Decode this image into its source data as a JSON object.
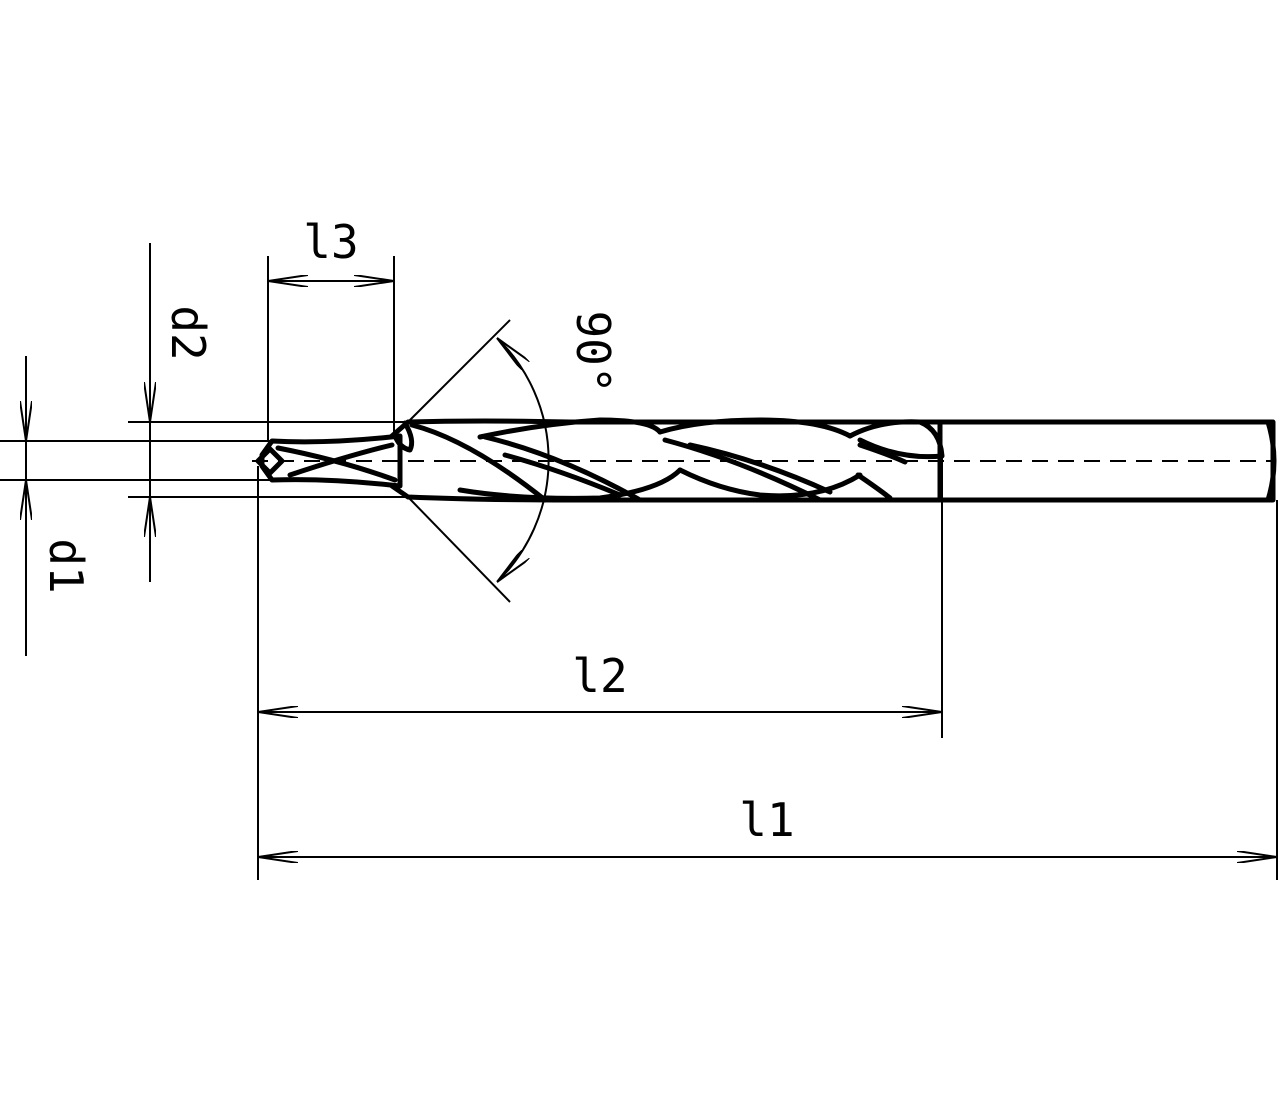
{
  "labels": {
    "d1": "d1",
    "d2": "d2",
    "l1": "l1",
    "l2": "l2",
    "l3": "l3",
    "angle": "90°"
  }
}
